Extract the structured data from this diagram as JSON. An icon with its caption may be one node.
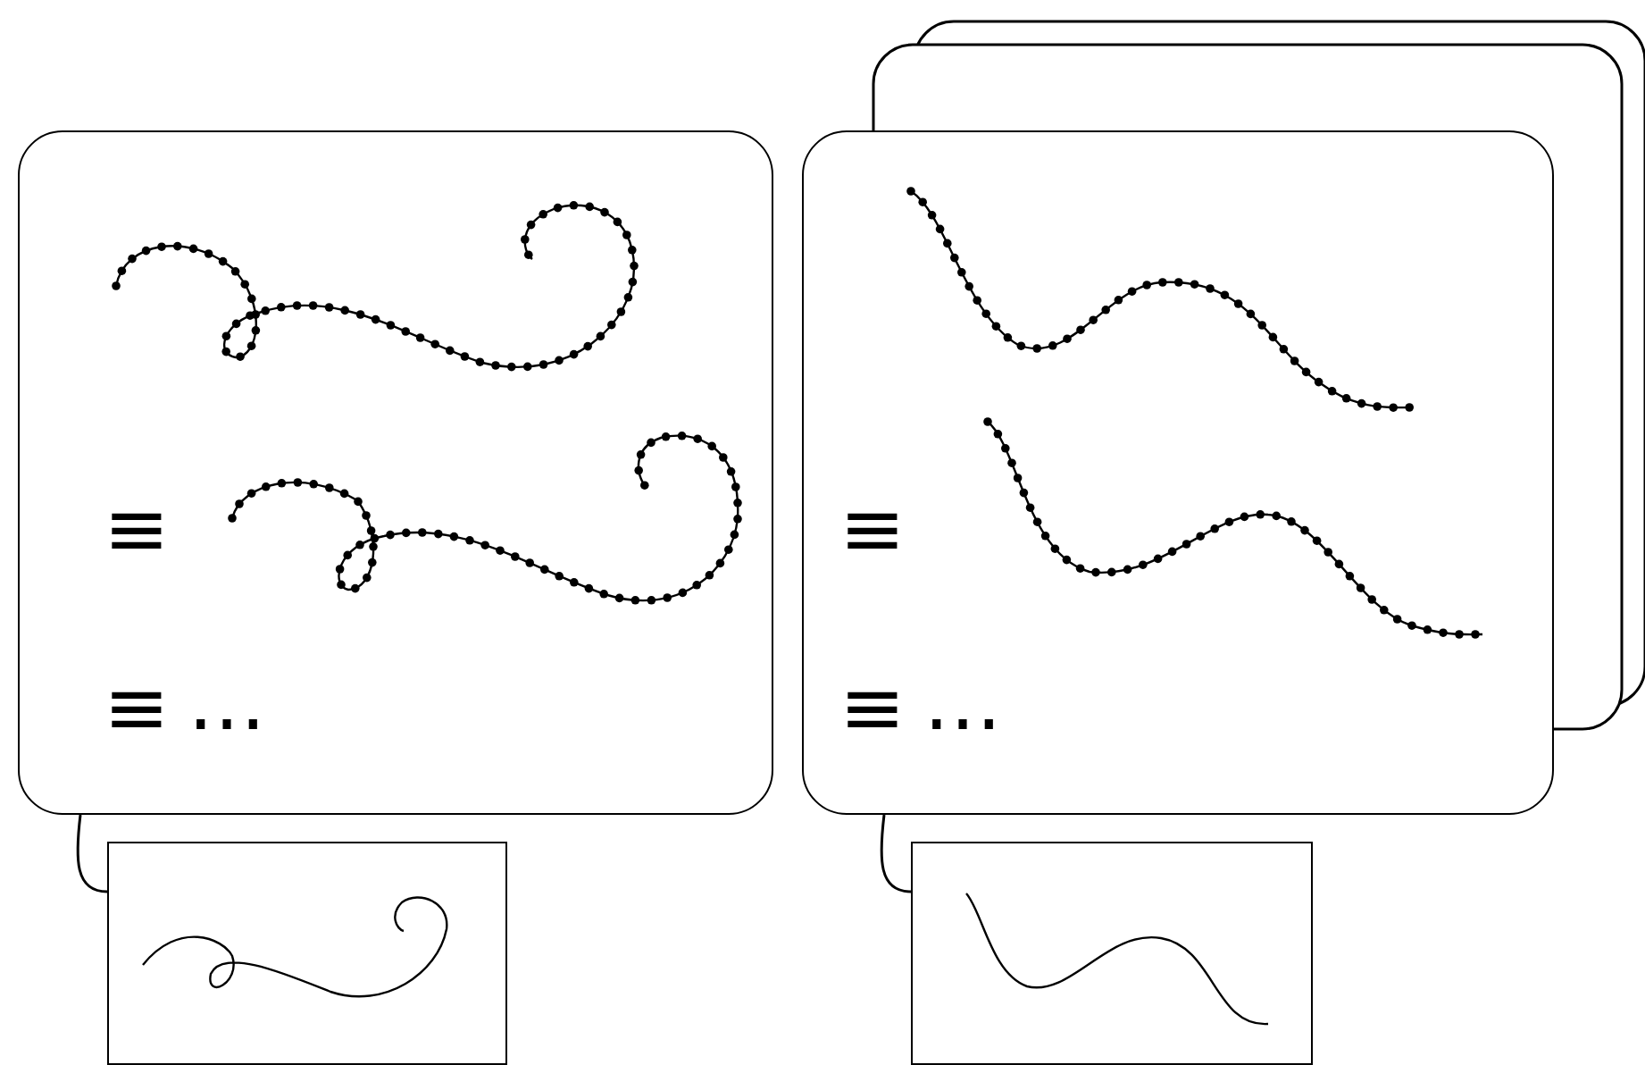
{
  "diagram": {
    "nodes": [
      {
        "text": [],
        "shape": "box"
      },
      {
        "text": [],
        "shape": "box"
      },
      {
        "text": [],
        "shape": "box"
      },
      {
        "text": [],
        "shape": "box"
      }
    ],
    "edges": [
      {
        "from": 0,
        "to": 2,
        "arrow": "none"
      },
      {
        "from": 1,
        "to": 3,
        "arrow": "none"
      }
    ],
    "labels": [
      "≡",
      "≡",
      "…",
      "≡",
      "≡",
      "…"
    ]
  }
}
